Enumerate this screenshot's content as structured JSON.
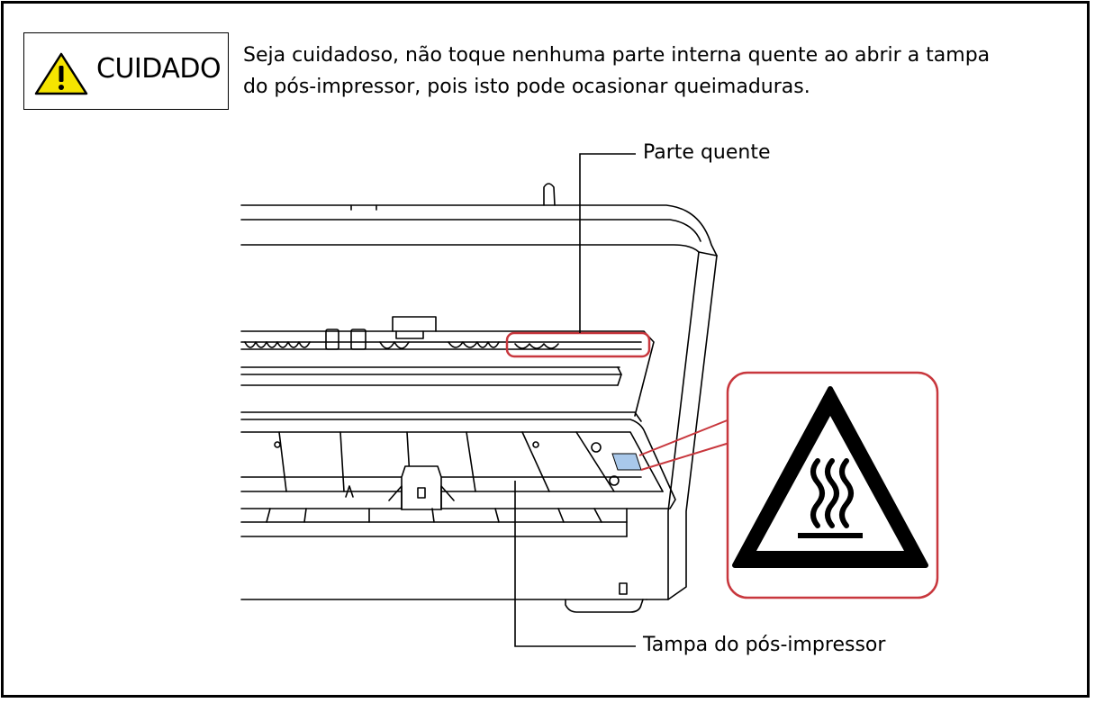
{
  "caution": {
    "label": "CUIDADO",
    "icon": "warning-triangle-icon",
    "icon_color": "#f5e400"
  },
  "message": {
    "line1": "Seja cuidadoso, não toque nenhuma parte interna quente ao abrir a tampa",
    "line2": "do pós-impressor, pois isto pode ocasionar queimaduras."
  },
  "callouts": {
    "hot_part": "Parte quente",
    "cover": "Tampa do pós-impressor"
  },
  "hot_surface_symbol": {
    "icon": "hot-surface-warning-icon"
  },
  "colors": {
    "highlight": "#c8373d",
    "label_fill": "#a9c8ea"
  }
}
